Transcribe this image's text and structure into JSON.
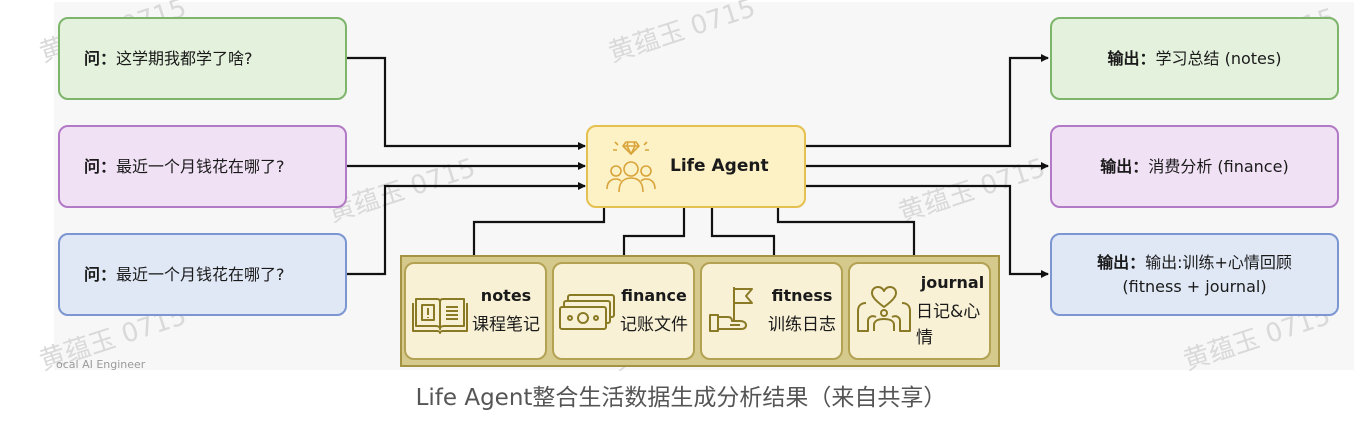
{
  "inputs": [
    {
      "prefix": "问：",
      "text": "这学期我都学了啥?",
      "color": "green"
    },
    {
      "prefix": "问：",
      "text": "最近一个月钱花在哪了?",
      "color": "purple"
    },
    {
      "prefix": "问：",
      "text": "最近一个月钱花在哪了?",
      "color": "blue"
    }
  ],
  "agent": {
    "label": "Life Agent",
    "icon": "people-diamond-icon"
  },
  "tools": [
    {
      "name": "notes",
      "desc": "课程笔记",
      "icon": "book-icon"
    },
    {
      "name": "finance",
      "desc": "记账文件",
      "icon": "money-icon"
    },
    {
      "name": "fitness",
      "desc": "训练日志",
      "icon": "flag-hand-icon"
    },
    {
      "name": "journal",
      "desc": "日记&心情",
      "icon": "heart-person-icon"
    }
  ],
  "outputs": [
    {
      "prefix": "输出：",
      "text": "学习总结 (notes)",
      "color": "green"
    },
    {
      "prefix": "输出：",
      "text": "消费分析 (finance)",
      "color": "purple"
    },
    {
      "prefix": "输出：",
      "text": "输出:训练+心情回顾",
      "text2": "(fitness + journal)",
      "color": "blue"
    }
  ],
  "watermark": "黄蕴玉 0715",
  "footer_fragment": "ocal AI Engineer",
  "caption": "Life Agent整合生活数据生成分析结果（来自共享）"
}
